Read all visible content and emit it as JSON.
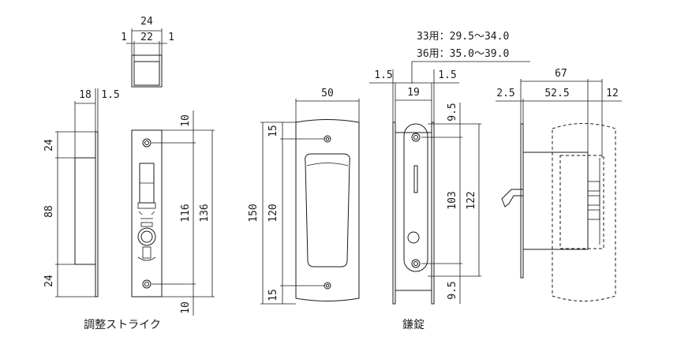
{
  "captions": {
    "strike": "調整ストライク",
    "lock": "鎌錠"
  },
  "notes": {
    "line_33": "33用：29.5〜34.0",
    "line_36": "36用：35.0〜39.0"
  },
  "strike_top": {
    "total": "24",
    "inner": "22",
    "left": "1",
    "right": "1"
  },
  "strike_side": {
    "depth": "18",
    "thickness": "1.5",
    "upper": "24",
    "middle": "88",
    "lower": "24"
  },
  "strike_front": {
    "top_margin": "10",
    "bottom_margin": "10",
    "hole_pitch": "116",
    "height": "136"
  },
  "pull_plate": {
    "width": "50",
    "height": "150",
    "inner": "120",
    "top_margin": "15",
    "bottom_margin": "15"
  },
  "lock_front": {
    "left": "1.5",
    "right": "1.5",
    "width": "19",
    "top_margin": "9.5",
    "hole_pitch": "103",
    "height": "122",
    "bottom_margin": "9.5"
  },
  "lock_side": {
    "total": "67",
    "left": "2.5",
    "middle": "52.5",
    "right": "12"
  }
}
